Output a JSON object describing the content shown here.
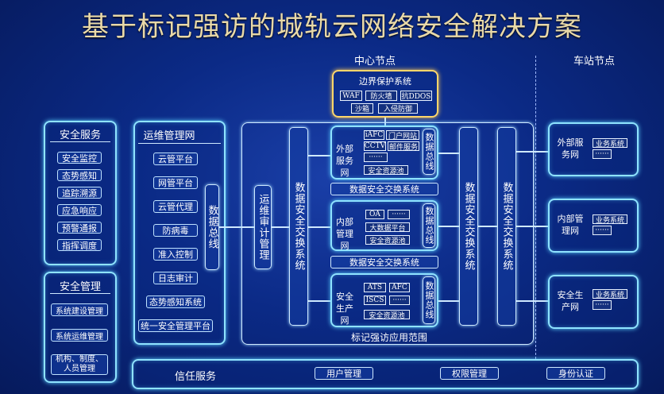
{
  "title": "基于标记强访的城轨云网络安全解决方案",
  "section_center": "中心节点",
  "section_station": "车站节点",
  "boundary": {
    "title": "边界保护系统",
    "items": [
      "WAF",
      "防火墙",
      "抗DDOS",
      "沙箱",
      "入侵防御"
    ]
  },
  "security_services": {
    "title": "安全服务",
    "items": [
      "安全监控",
      "态势感知",
      "追踪溯源",
      "应急响应",
      "预警通报",
      "指挥调度"
    ]
  },
  "security_management": {
    "title": "安全管理",
    "items": [
      "系统建设管理",
      "系统运维管理",
      "机构、制度、人员管理"
    ]
  },
  "ops_network": {
    "title": "运维管理网",
    "items": [
      "云管平台",
      "网管平台",
      "云管代理",
      "防病毒",
      "准入控制",
      "日志审计",
      "态势感知系统",
      "统一安全管理平台"
    ],
    "bus": "数据总线"
  },
  "ops_audit": "运维审计管理",
  "data_exchange_left": "数据安全交换系统",
  "data_exchange_right1": "数据安全交换系统",
  "data_exchange_right2": "数据安全交换系统",
  "exchange_h1": "数据安全交换系统",
  "exchange_h2": "数据安全交换系统",
  "external_net": {
    "title": "外部服务网",
    "items": [
      "iAFC",
      "门户网站",
      "CCTV",
      "邮件服务",
      "······"
    ],
    "pool": "安全资源池",
    "bus": "数据总线"
  },
  "internal_net": {
    "title": "内部管理网",
    "items": [
      "OA",
      "······",
      "大数据平台"
    ],
    "pool": "安全资源池",
    "bus": "数据总线"
  },
  "production_net": {
    "title": "安全生产网",
    "items": [
      "ATS",
      "AFC",
      "ISCS",
      "······"
    ],
    "pool": "安全资源池",
    "bus": "数据总线"
  },
  "scope_label": "标记强访应用范围",
  "stations": [
    {
      "title": "外部服务网",
      "items": [
        "业务系统",
        "······"
      ]
    },
    {
      "title": "内部管理网",
      "items": [
        "业务系统",
        "······"
      ]
    },
    {
      "title": "安全生产网",
      "items": [
        "业务系统",
        "······"
      ]
    }
  ],
  "trust": {
    "title": "信任服务",
    "items": [
      "用户管理",
      "权限管理",
      "身份认证"
    ]
  }
}
